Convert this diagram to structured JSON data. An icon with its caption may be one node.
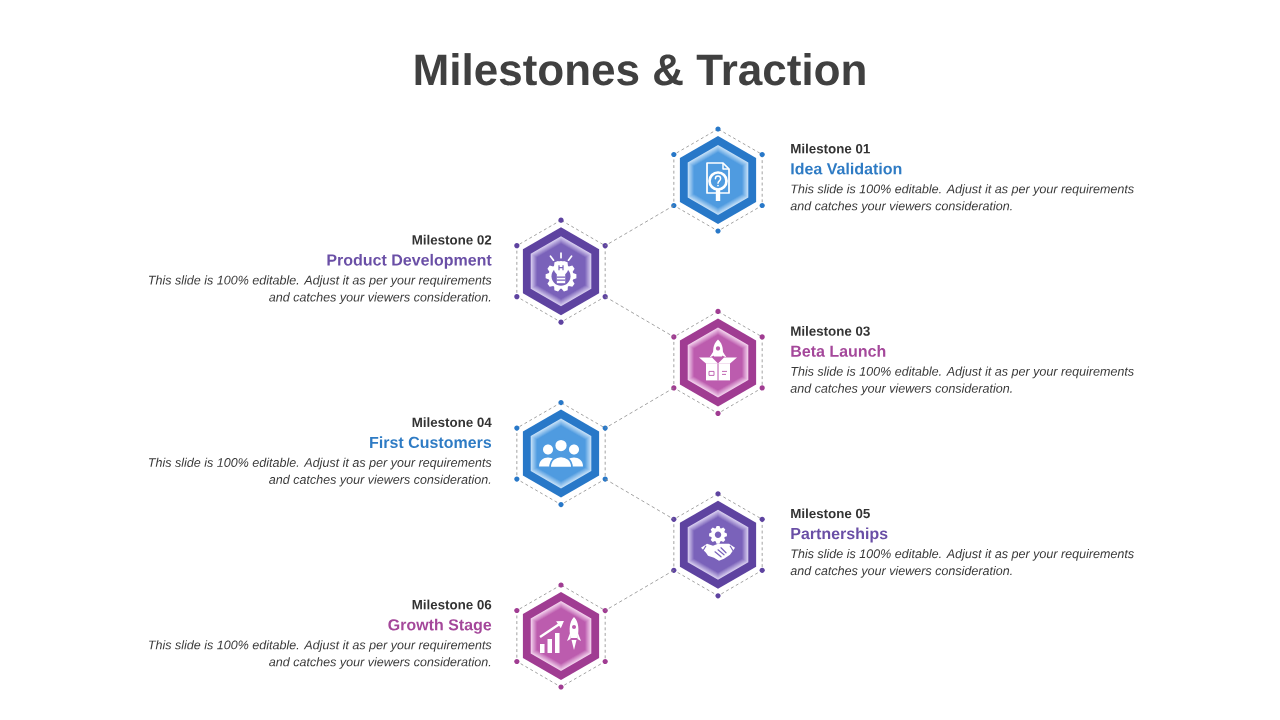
{
  "diagram": {
    "title": "Milestones & Traction",
    "nodes": [
      {
        "text": [],
        "shape": "hexagon",
        "beside": [
          "Milestone 01",
          "Idea Validation",
          "This slide is 100% editable. Adjust it as per your requirements and catches your viewers consideration."
        ]
      },
      {
        "text": [],
        "shape": "hexagon",
        "beside": [
          "Milestone 02",
          "Product Development",
          "This slide is 100% editable. Adjust it as per your requirements and catches your viewers consideration."
        ]
      },
      {
        "text": [],
        "shape": "hexagon",
        "beside": [
          "Milestone 03",
          "Beta Launch",
          "This slide is 100% editable. Adjust it as per your requirements and catches your viewers consideration."
        ]
      },
      {
        "text": [],
        "shape": "hexagon",
        "beside": [
          "Milestone 04",
          "First Customers",
          "This slide is 100% editable. Adjust it as per your requirements and catches your viewers consideration."
        ]
      },
      {
        "text": [],
        "shape": "hexagon",
        "beside": [
          "Milestone 05",
          "Partnerships",
          "This slide is 100% editable. Adjust it as per your requirements and catches your viewers consideration."
        ]
      },
      {
        "text": [],
        "shape": "hexagon",
        "beside": [
          "Milestone 06",
          "Growth Stage",
          "This slide is 100% editable. Adjust it as per your requirements and catches your viewers consideration."
        ]
      }
    ],
    "edges": [
      {
        "from": 0,
        "to": 1,
        "arrow": "none",
        "style": "dashed"
      },
      {
        "from": 1,
        "to": 2,
        "arrow": "none",
        "style": "dashed"
      },
      {
        "from": 2,
        "to": 3,
        "arrow": "none",
        "style": "dashed"
      },
      {
        "from": 3,
        "to": 4,
        "arrow": "none",
        "style": "dashed"
      },
      {
        "from": 4,
        "to": 5,
        "arrow": "none",
        "style": "dashed"
      }
    ]
  }
}
